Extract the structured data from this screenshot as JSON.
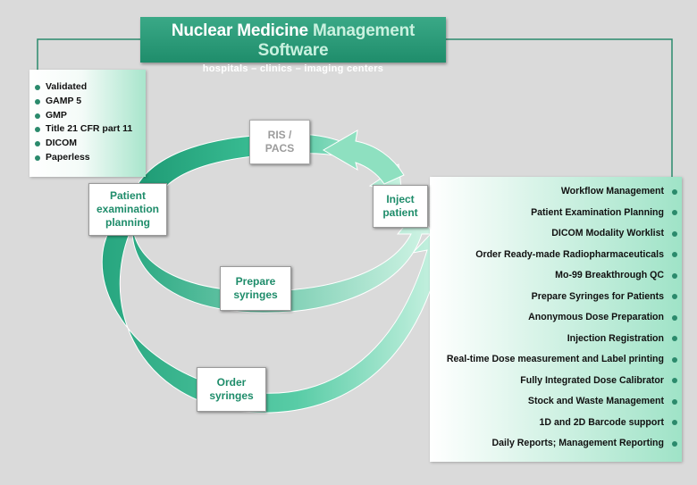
{
  "banner": {
    "title_part1": "Nuclear Medicine",
    "title_part2": "Management Software",
    "subtitle": "hospitals – clinics – imaging centers"
  },
  "left_list": [
    "Validated",
    "GAMP 5",
    "GMP",
    "Title 21 CFR part 11",
    "DICOM",
    "Paperless"
  ],
  "right_list": [
    "Workflow Management",
    "Patient Examination Planning",
    "DICOM Modality Worklist",
    "Order Ready-made Radiopharmaceuticals",
    "Mo-99 Breakthrough QC",
    "Prepare Syringes for Patients",
    "Anonymous Dose Preparation",
    "Injection Registration",
    "Real-time Dose measurement and Label printing",
    "Fully Integrated  Dose Calibrator",
    "Stock and Waste Management",
    "1D and 2D Barcode support",
    "Daily Reports; Management Reporting"
  ],
  "nodes": {
    "ris_pacs": "RIS /\nPACS",
    "patient_planning": "Patient\nexamination\nplanning",
    "inject_patient": "Inject\npatient",
    "prepare_syringes": "Prepare\nsyringes",
    "order_syringes": "Order\nsyringes"
  },
  "colors": {
    "brand_green": "#1f8d6b",
    "arrow_green": "#2fb48b",
    "arrow_light": "#bff0dc",
    "inactive_gray": "#9c9c9c"
  }
}
